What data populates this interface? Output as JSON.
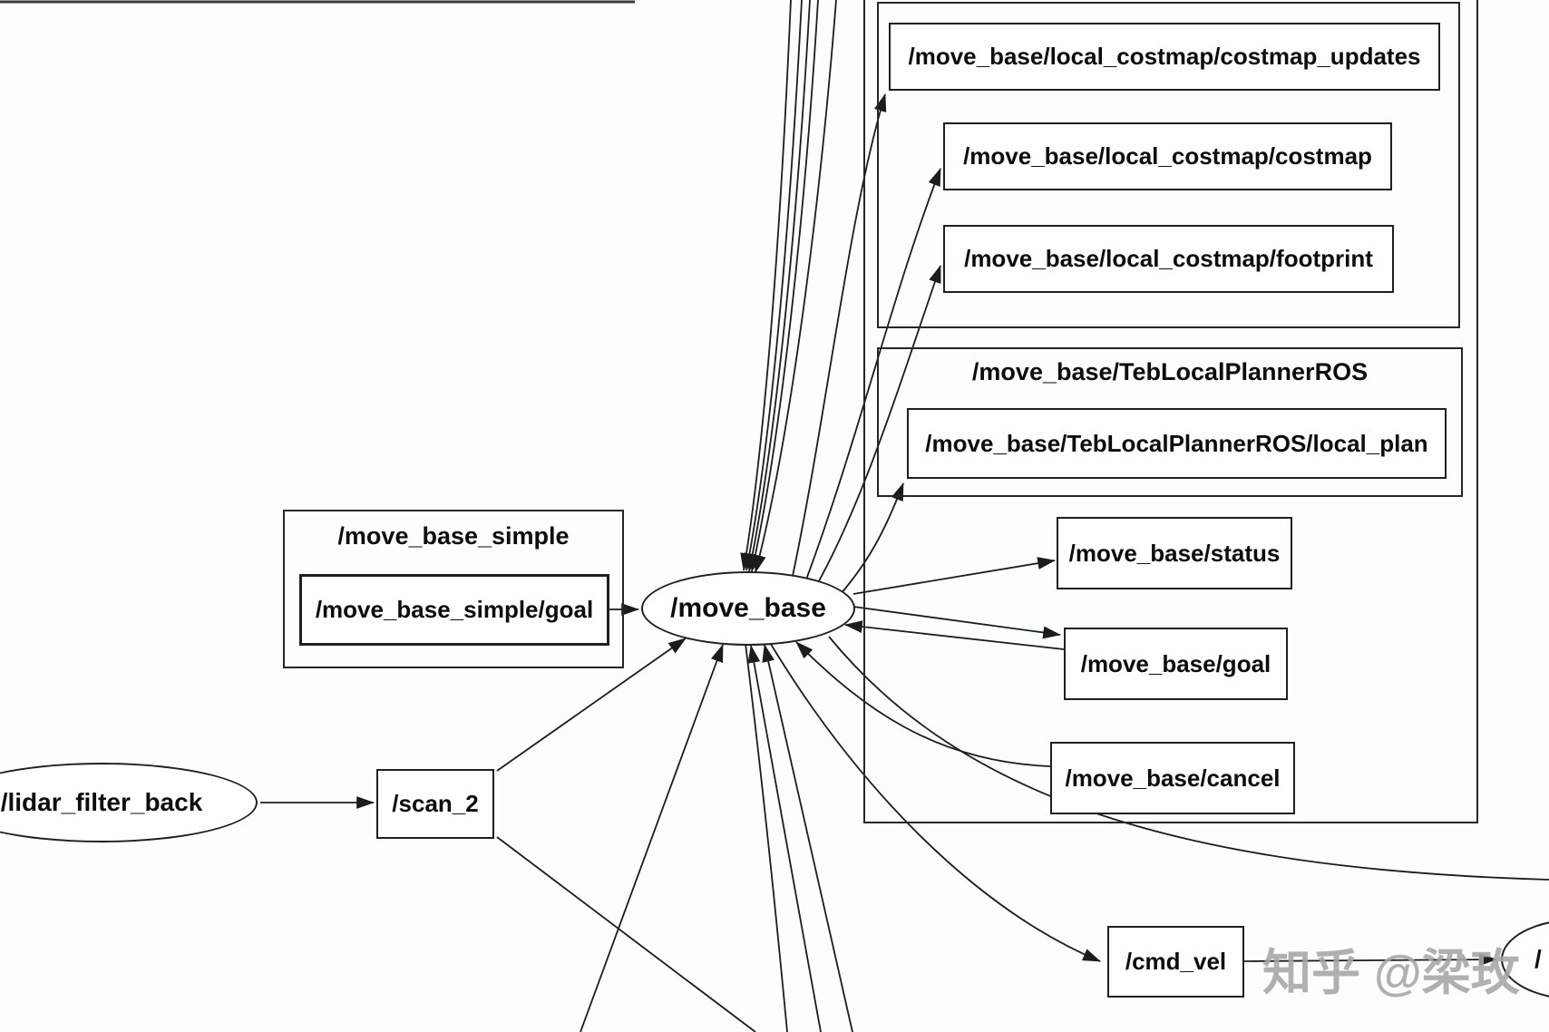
{
  "graph": {
    "nodes": [
      {
        "id": "lidar_filter_back",
        "label": "/lidar_filter_back",
        "shape": "ellipse"
      },
      {
        "id": "move_base",
        "label": "/move_base",
        "shape": "ellipse"
      },
      {
        "id": "partial_right",
        "label": "/",
        "shape": "ellipse-partial"
      }
    ],
    "topics": [
      {
        "id": "scan_2",
        "label": "/scan_2"
      },
      {
        "id": "move_base_simple_goal",
        "label": "/move_base_simple/goal"
      },
      {
        "id": "local_costmap_costmap_updates",
        "label": "/move_base/local_costmap/costmap_updates"
      },
      {
        "id": "local_costmap_costmap",
        "label": "/move_base/local_costmap/costmap"
      },
      {
        "id": "local_costmap_footprint",
        "label": "/move_base/local_costmap/footprint"
      },
      {
        "id": "teb_local_plan",
        "label": "/move_base/TebLocalPlannerROS/local_plan"
      },
      {
        "id": "move_base_status",
        "label": "/move_base/status"
      },
      {
        "id": "move_base_goal",
        "label": "/move_base/goal"
      },
      {
        "id": "move_base_cancel",
        "label": "/move_base/cancel"
      },
      {
        "id": "cmd_vel",
        "label": "/cmd_vel"
      }
    ],
    "groups": [
      {
        "id": "move_base_simple",
        "label": "/move_base_simple"
      },
      {
        "id": "teb_local_planner",
        "label": "/move_base/TebLocalPlannerROS"
      }
    ]
  },
  "watermark": {
    "text": "知乎 @梁玫",
    "color": "#a6a6a6"
  },
  "colors": {
    "edge": "#1c1c1c",
    "node_border": "#1f1f1f",
    "background": "#fcfdfd"
  }
}
